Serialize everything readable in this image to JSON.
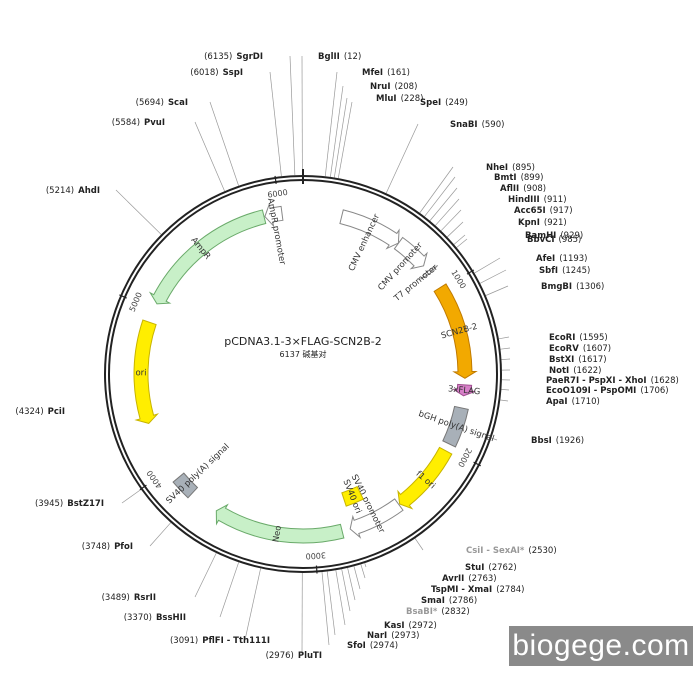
{
  "plasmid": {
    "name": "pCDNA3.1-3×FLAG-SCN2B-2",
    "size_text": "6137 碱基对",
    "total_bp": 6137,
    "ticks": [
      {
        "bp": 0,
        "label": ""
      },
      {
        "bp": 1000,
        "label": "1000"
      },
      {
        "bp": 2000,
        "label": "2000"
      },
      {
        "bp": 3000,
        "label": "3000"
      },
      {
        "bp": 4000,
        "label": "4000"
      },
      {
        "bp": 5000,
        "label": "5000"
      },
      {
        "bp": 6000,
        "label": "6000"
      }
    ]
  },
  "features": [
    {
      "id": "cmv-enhancer",
      "label": "CMV enhancer",
      "start": 235,
      "end": 615,
      "color": "#ffffff",
      "stroke": "#888888",
      "level": -1,
      "dir": 1
    },
    {
      "id": "cmv-promoter",
      "label": "CMV promoter",
      "start": 616,
      "end": 820,
      "color": "#ffffff",
      "stroke": "#888888",
      "level": -1,
      "dir": 1
    },
    {
      "id": "t7-promoter",
      "label": "T7 promoter",
      "start": 862,
      "end": 880,
      "color": "#ffffff",
      "stroke": "#888888",
      "level": -1,
      "dir": 1
    },
    {
      "id": "scn2b",
      "label": "SCN2B-2",
      "start": 985,
      "end": 1560,
      "color": "#f2a900",
      "stroke": "#c07a00",
      "level": -1,
      "dir": 1
    },
    {
      "id": "3xflag",
      "label": "3xFLAG",
      "start": 1600,
      "end": 1666,
      "color": "#d77fc8",
      "stroke": "#a05090",
      "level": -1,
      "dir": 1
    },
    {
      "id": "bgh",
      "label": "bGH poly(A) signal",
      "start": 1740,
      "end": 1970,
      "color": "#a8b0b8",
      "stroke": "#777777",
      "level": -1,
      "dir": 0
    },
    {
      "id": "f1-ori",
      "label": "f1 ori",
      "start": 2016,
      "end": 2444,
      "color": "#ffee00",
      "stroke": "#c8b400",
      "level": -1,
      "dir": 1
    },
    {
      "id": "sv40-promoter",
      "label": "SV40 promoter",
      "start": 2450,
      "end": 2780,
      "color": "#ffffff",
      "stroke": "#888888",
      "level": -1,
      "dir": 1
    },
    {
      "id": "sv40-ori",
      "label": "SV40 ori",
      "start": 2630,
      "end": 2760,
      "color": "#ffee00",
      "stroke": "#c8b400",
      "level": -2,
      "dir": 0
    },
    {
      "id": "neo",
      "label": "Neo",
      "start": 2830,
      "end": 3620,
      "color": "#c8f0c8",
      "stroke": "#6aaa6a",
      "level": -1,
      "dir": 1
    },
    {
      "id": "sv40-polya",
      "label": "SV40 poly(A) signal",
      "start": 3800,
      "end": 3925,
      "color": "#a8b0b8",
      "stroke": "#777777",
      "level": -1,
      "dir": 0
    },
    {
      "id": "ori",
      "label": "ori",
      "start": 4300,
      "end": 4920,
      "color": "#ffee00",
      "stroke": "#c8b400",
      "level": -1,
      "dir": -1
    },
    {
      "id": "ampr",
      "label": "AmpR",
      "start": 5040,
      "end": 5900,
      "color": "#c8f0c8",
      "stroke": "#6aaa6a",
      "level": -1,
      "dir": -1
    },
    {
      "id": "ampr-promoter",
      "label": "AmpR promoter",
      "start": 5905,
      "end": 6010,
      "color": "#ffffff",
      "stroke": "#888888",
      "level": -1,
      "dir": -1
    }
  ],
  "sites": [
    {
      "name": "SgrDI",
      "pos": "(6135)"
    },
    {
      "name": "BglII",
      "pos": "(12)"
    },
    {
      "name": "SspI",
      "pos": "(6018)"
    },
    {
      "name": "MfeI",
      "pos": "(161)"
    },
    {
      "name": "NruI",
      "pos": "(208)"
    },
    {
      "name": "MluI",
      "pos": "(228)"
    },
    {
      "name": "SpeI",
      "pos": "(249)"
    },
    {
      "name": "ScaI",
      "pos": "(5694)"
    },
    {
      "name": "PvuI",
      "pos": "(5584)"
    },
    {
      "name": "SnaBI",
      "pos": "(590)"
    },
    {
      "name": "NheI",
      "pos": "(895)"
    },
    {
      "name": "BmtI",
      "pos": "(899)"
    },
    {
      "name": "AflII",
      "pos": "(908)"
    },
    {
      "name": "HindIII",
      "pos": "(911)"
    },
    {
      "name": "Acc65I",
      "pos": "(917)"
    },
    {
      "name": "KpnI",
      "pos": "(921)"
    },
    {
      "name": "BamHI",
      "pos": "(929)"
    },
    {
      "name": "BbvCI",
      "pos": "(985)"
    },
    {
      "name": "AhdI",
      "pos": "(5214)"
    },
    {
      "name": "AfeI",
      "pos": "(1193)"
    },
    {
      "name": "SbfI",
      "pos": "(1245)"
    },
    {
      "name": "BmgBI",
      "pos": "(1306)"
    },
    {
      "name": "EcoRI",
      "pos": "(1595)"
    },
    {
      "name": "EcoRV",
      "pos": "(1607)"
    },
    {
      "name": "BstXI",
      "pos": "(1617)"
    },
    {
      "name": "NotI",
      "pos": "(1622)"
    },
    {
      "name": "PaeR7I - PspXI - XhoI",
      "pos": "(1628)"
    },
    {
      "name": "EcoO109I - PspOMI",
      "pos": "(1706)"
    },
    {
      "name": "ApaI",
      "pos": "(1710)"
    },
    {
      "name": "PciI",
      "pos": "(4324)"
    },
    {
      "name": "BbsI",
      "pos": "(1926)"
    },
    {
      "name": "BstZ17I",
      "pos": "(3945)"
    },
    {
      "name": "CsiI - SexAI*",
      "pos": "(2530)"
    },
    {
      "name": "PfoI",
      "pos": "(3748)"
    },
    {
      "name": "StuI",
      "pos": "(2762)"
    },
    {
      "name": "AvrII",
      "pos": "(2763)"
    },
    {
      "name": "TspMI - XmaI",
      "pos": "(2784)"
    },
    {
      "name": "SmaI",
      "pos": "(2786)"
    },
    {
      "name": "BsaBI*",
      "pos": "(2832)"
    },
    {
      "name": "RsrII",
      "pos": "(3489)"
    },
    {
      "name": "KasI",
      "pos": "(2972)"
    },
    {
      "name": "BssHII",
      "pos": "(3370)"
    },
    {
      "name": "NarI",
      "pos": "(2973)"
    },
    {
      "name": "SfoI",
      "pos": "(2974)"
    },
    {
      "name": "PflFI - Tth111I",
      "pos": "(3091)"
    },
    {
      "name": "PluTI",
      "pos": "(2976)"
    }
  ],
  "watermark": "biogege.com"
}
